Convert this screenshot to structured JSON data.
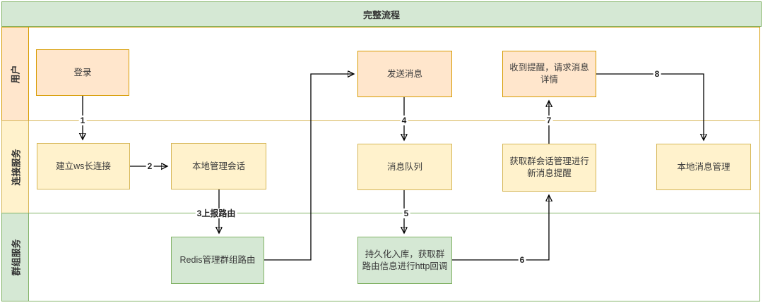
{
  "diagram": {
    "title": "完整流程",
    "lanes": [
      {
        "label": "用户"
      },
      {
        "label": "连接服务"
      },
      {
        "label": "群组服务"
      }
    ],
    "nodes": {
      "login": "登录",
      "ws_connect": "建立ws长连接",
      "local_session": "本地管理会话",
      "redis_route": "Redis管理群组路由",
      "send_message": "发送消息",
      "message_queue": "消息队列",
      "persist_callback": "持久化入库，获取群\n路由信息进行http回调",
      "receive_notice": "收到提醒，请求消息\n详情",
      "group_session_notice": "获取群会话管理进行\n新消息提醒",
      "local_message": "本地消息管理"
    },
    "edge_labels": {
      "step1": "1",
      "step2": "2",
      "step3": "3上报路由",
      "step4": "4",
      "step5": "5",
      "step6": "6",
      "step7": "7",
      "step8": "8"
    },
    "colors": {
      "user_lane_fill": "#ffe6cc",
      "user_lane_stroke": "#d79b00",
      "connect_lane_fill": "#fff2cc",
      "connect_lane_stroke": "#d6b656",
      "group_lane_fill": "#d5e8d4",
      "group_lane_stroke": "#82b366",
      "header_fill": "#d5e8d4",
      "arrow_color": "#000000"
    }
  }
}
